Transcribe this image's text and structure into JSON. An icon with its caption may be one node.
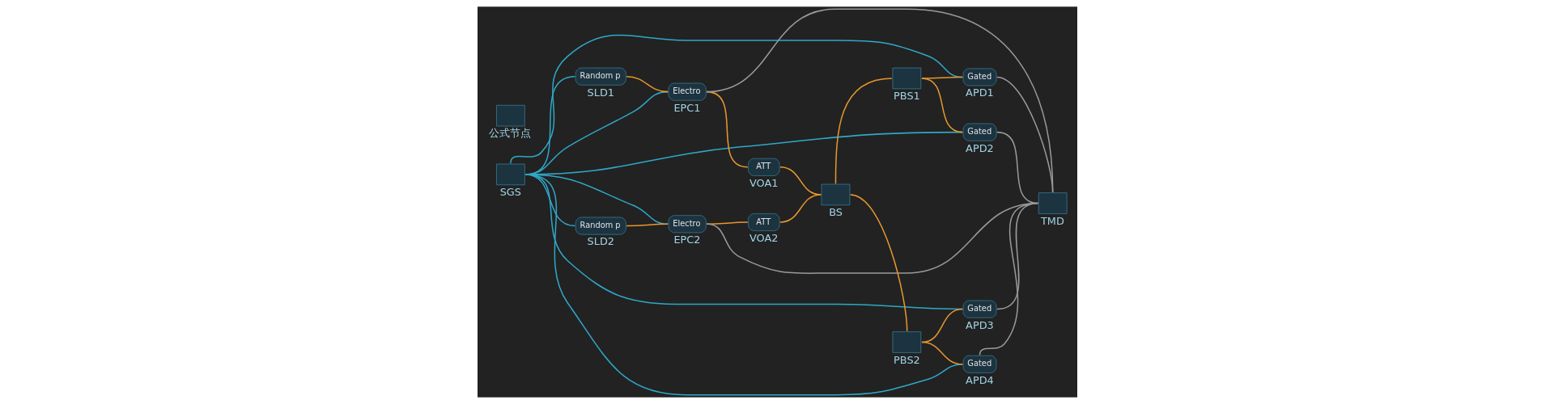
{
  "diagram": {
    "nodes": [
      {
        "text": [],
        "shape": "box",
        "beside": [
          "SGS"
        ]
      },
      {
        "text": [
          "Random p"
        ],
        "beside": [
          "SLD1"
        ]
      },
      {
        "text": [
          "Random p"
        ],
        "beside": [
          "SLD2"
        ]
      },
      {
        "text": [
          "Electro"
        ],
        "beside": [
          "EPC1"
        ]
      },
      {
        "text": [
          "Electro"
        ],
        "beside": [
          "EPC2"
        ]
      },
      {
        "text": [
          "ATT"
        ],
        "beside": [
          "VOA1"
        ]
      },
      {
        "text": [
          "ATT"
        ],
        "beside": [
          "VOA2"
        ]
      },
      {
        "text": [],
        "shape": "box",
        "beside": [
          "BS"
        ]
      },
      {
        "text": [],
        "shape": "box",
        "beside": [
          "PBS1"
        ]
      },
      {
        "text": [],
        "shape": "box",
        "beside": [
          "PBS2"
        ]
      },
      {
        "text": [
          "Gated"
        ],
        "beside": [
          "APD1"
        ]
      },
      {
        "text": [
          "Gated"
        ],
        "beside": [
          "APD2"
        ]
      },
      {
        "text": [
          "Gated"
        ],
        "beside": [
          "APD3"
        ]
      },
      {
        "text": [
          "Gated"
        ],
        "beside": [
          "APD4"
        ]
      },
      {
        "text": [],
        "shape": "box",
        "beside": [
          "TMD"
        ]
      },
      {
        "text": [],
        "shape": "box",
        "beside": [
          "公式节点"
        ]
      }
    ],
    "edges": [
      {
        "from": 1,
        "to": 3,
        "arrow": "none"
      },
      {
        "from": 3,
        "to": 5,
        "arrow": "none"
      },
      {
        "from": 5,
        "to": 7,
        "arrow": "none"
      },
      {
        "from": 2,
        "to": 4,
        "arrow": "none"
      },
      {
        "from": 4,
        "to": 6,
        "arrow": "none"
      },
      {
        "from": 6,
        "to": 7,
        "arrow": "none"
      },
      {
        "from": 7,
        "to": 8,
        "arrow": "none"
      },
      {
        "from": 7,
        "to": 9,
        "arrow": "none"
      },
      {
        "from": 8,
        "to": 10,
        "arrow": "none"
      },
      {
        "from": 8,
        "to": 11,
        "arrow": "none"
      },
      {
        "from": 9,
        "to": 12,
        "arrow": "none"
      },
      {
        "from": 9,
        "to": 13,
        "arrow": "none"
      },
      {
        "from": 0,
        "to": 1,
        "arrow": "none",
        "color": "#2fa8c8"
      },
      {
        "from": 0,
        "to": 2,
        "arrow": "none",
        "color": "#2fa8c8"
      },
      {
        "from": 0,
        "to": 3,
        "arrow": "none",
        "color": "#2fa8c8"
      },
      {
        "from": 0,
        "to": 4,
        "arrow": "none",
        "color": "#2fa8c8"
      },
      {
        "from": 0,
        "to": 10,
        "arrow": "none",
        "color": "#2fa8c8"
      },
      {
        "from": 0,
        "to": 11,
        "arrow": "none",
        "color": "#2fa8c8"
      },
      {
        "from": 0,
        "to": 12,
        "arrow": "none",
        "color": "#2fa8c8"
      },
      {
        "from": 0,
        "to": 13,
        "arrow": "none",
        "color": "#2fa8c8"
      },
      {
        "from": 3,
        "to": 14,
        "arrow": "none",
        "color": "#9a9a9a"
      },
      {
        "from": 4,
        "to": 14,
        "arrow": "none",
        "color": "#9a9a9a"
      },
      {
        "from": 10,
        "to": 14,
        "arrow": "none",
        "color": "#9a9a9a"
      },
      {
        "from": 11,
        "to": 14,
        "arrow": "none",
        "color": "#9a9a9a"
      },
      {
        "from": 12,
        "to": 14,
        "arrow": "none",
        "color": "#9a9a9a"
      },
      {
        "from": 13,
        "to": 14,
        "arrow": "none",
        "color": "#9a9a9a"
      }
    ]
  }
}
